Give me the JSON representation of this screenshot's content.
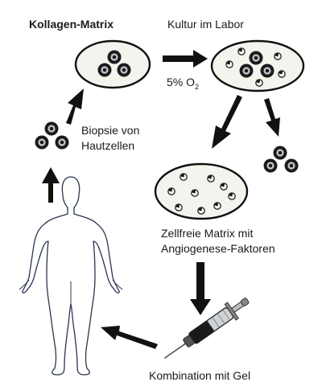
{
  "labels": {
    "collagen_matrix": "Kollagen-Matrix",
    "lab_culture": "Kultur im Labor",
    "oxygen_prefix": "5% O",
    "oxygen_sub": "2",
    "biopsy_line1": "Biopsie von",
    "biopsy_line2": "Hautzellen",
    "cellfree_line1": "Zellfreie Matrix mit",
    "cellfree_line2": "Angiogenese-Faktoren",
    "gel_combination": "Kombination mit Gel"
  },
  "colors": {
    "line": "#111111",
    "dish_fill": "#f4f4ee",
    "cell_dark": "#1b1b1b",
    "cell_ring": "#bfc7cf",
    "factor_fill": "#f6f6f0"
  },
  "icons": {
    "human_outline": "human-body-outline",
    "syringe": "syringe"
  }
}
